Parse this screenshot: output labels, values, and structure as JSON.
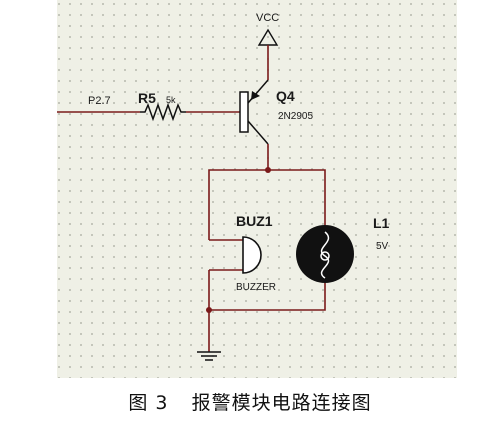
{
  "schematic": {
    "vcc_label": "VCC",
    "net_label": "P2.7",
    "resistor": {
      "ref": "R5",
      "value": "5k"
    },
    "transistor": {
      "ref": "Q4",
      "value": "2N2905"
    },
    "buzzer": {
      "ref": "BUZ1",
      "value": "BUZZER"
    },
    "lamp": {
      "ref": "L1",
      "value": "5V"
    },
    "colors": {
      "background": "#eff0e6",
      "grid_dot": "#a6a89c",
      "wire": "#7a1a1a",
      "component": "#111111"
    }
  },
  "caption": {
    "figure": "图 3",
    "title": "报警模块电路连接图"
  }
}
